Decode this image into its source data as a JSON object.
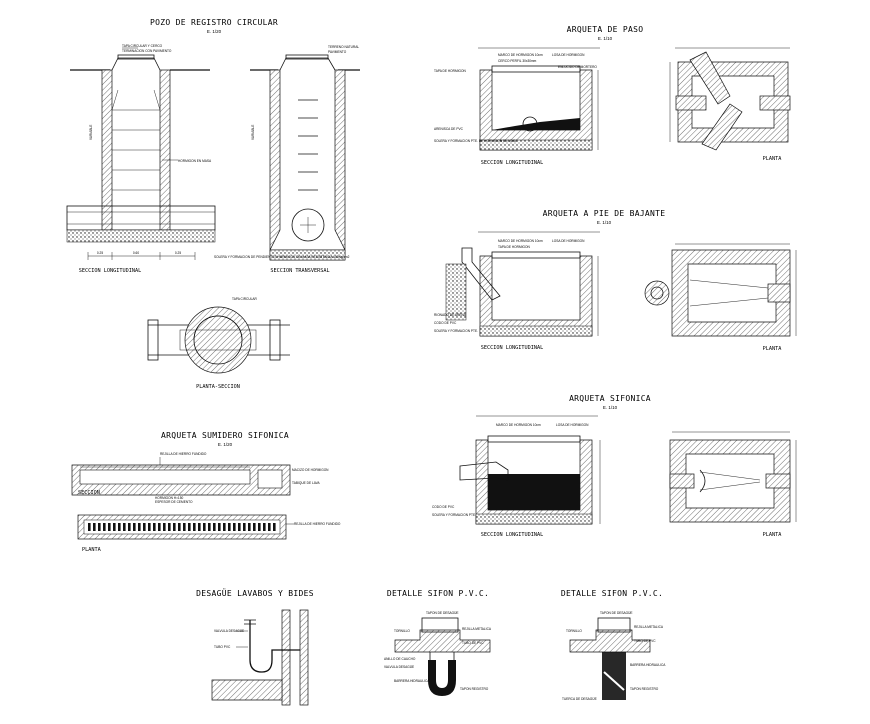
{
  "drawings": {
    "pozo": {
      "title": "POZO DE REGISTRO CIRCULAR",
      "scale": "E. 1/20",
      "labels": {
        "tapa": "TAPA CIRCULAR Y CERCO",
        "terminacion": "TERMINACION CON PAVIMENTO",
        "pavimento": "PAVIMENTO",
        "terreno": "TERRENO NATURAL",
        "variable": "VARIABLE",
        "hormigon": "HORMIGON EN MASA",
        "solera": "SOLERA Y FORMACION DE PENDIENTES HORMIGON DE MASA RESISTENCIA 150Kg/cm2",
        "dim_a": "0.25",
        "dim_b": "0.60",
        "dim_c": "0.25"
      },
      "sec_long": "SECCION LONGITUDINAL",
      "sec_trans": "SECCION TRANSVERSAL",
      "planta_tapa": "TAPA CIRCULAR",
      "planta": "PLANTA-SECCION"
    },
    "sumidero": {
      "title": "ARQUETA SUMIDERO SIFONICA",
      "scale": "E. 1/20",
      "rejilla": "REJILLA DE HIERRO FUNDIDO",
      "macizo": "MACIZO DE HORMIGON",
      "tabique": "TABIQUE DE LAVA",
      "hormigon": "HORMIGON H=150",
      "espesor": "ESPESOR DE CEMENTO",
      "seccion": "SECCION",
      "planta": "PLANTA",
      "rejilla_planta": "REJILLA DE HIERRO FUNDIDO"
    },
    "lavabos": {
      "title": "DESAGÜE LAVABOS Y BIDES",
      "valvula": "VALVULA DESAGÜE",
      "tubo": "TUBO PVC"
    },
    "sifon1": {
      "title": "DETALLE SIFON P.V.C.",
      "labels": [
        "TAPON DE DESAGÜE",
        "TORNILLO",
        "REJILLA METALICA",
        "TUBO DE PVC",
        "ANILLO DE CAUCHO",
        "VALVULA DESAGÜE",
        "BARRERA HIDRAULICA",
        "TAPON REGISTRO"
      ]
    },
    "sifon2": {
      "title": "DETALLE SIFON P.V.C.",
      "labels": [
        "TAPON DE DESAGÜE",
        "TORNILLO",
        "REJILLA METALICA",
        "TUBO DE PVC",
        "BARRERA HIDRAULICA",
        "TAPON REGISTRO",
        "TUERCA DE DESAGÜE"
      ]
    },
    "paso": {
      "title": "ARQUETA DE PASO",
      "scale": "E. 1/10",
      "labels": {
        "marco": "MARCO DE HORMIGON 10cm",
        "losa": "LOSA DE HORMIGON",
        "cerco": "CERCO PERFIL 30x30mm",
        "enlucido": "ENLUCIDO DE MORTERO",
        "tapa": "TAPA DE HORMIGON",
        "arenisca": "ARENISCA DE PVC",
        "solera": "SOLERA Y FORMACION PTE. DE HORMIGON EN MASA"
      },
      "seccion": "SECCION LONGITUDINAL",
      "planta": "PLANTA"
    },
    "bajante": {
      "title": "ARQUETA A PIE DE BAJANTE",
      "scale": "E. 1/10",
      "labels": {
        "marco": "MARCO DE HORMIGON 10cm",
        "losa": "LOSA DE HORMIGON",
        "tapa": "TAPA DE HORMIGON",
        "codo": "CODO DE PVC",
        "arena": "RIONADO DE ARENA",
        "solera": "SOLERA Y FORMACION PTE."
      },
      "seccion": "SECCION LONGITUDINAL",
      "planta": "PLANTA"
    },
    "sifonica": {
      "title": "ARQUETA SIFONICA",
      "scale": "E. 1/10",
      "labels": {
        "marco": "MARCO DE HORMIGON 10cm",
        "losa": "LOSA DE HORMIGON",
        "codo": "CODO DE PVC",
        "solera": "SOLERA Y FORMACION PTE."
      },
      "seccion": "SECCION LONGITUDINAL",
      "planta": "PLANTA"
    }
  }
}
